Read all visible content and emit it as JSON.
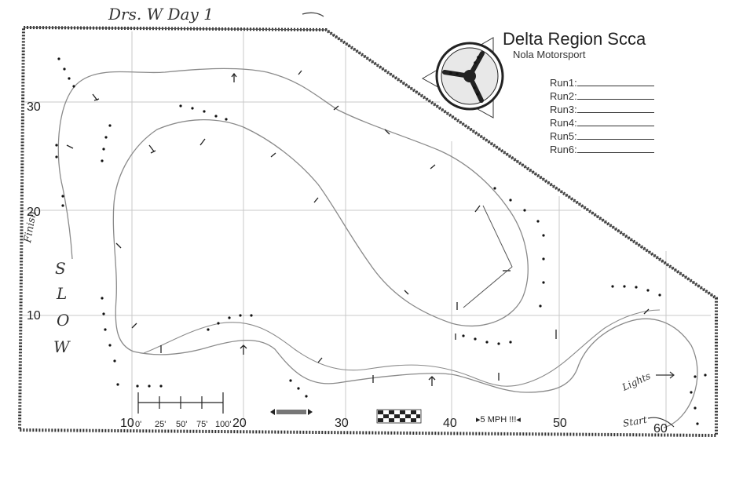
{
  "header": {
    "handwritten_title": "Drs. W   Day 1"
  },
  "event": {
    "region": "Delta Region Scca",
    "organizer": "Nola Motorsport"
  },
  "runs": [
    "Run1:",
    "Run2:",
    "Run3:",
    "Run4:",
    "Run5:",
    "Run6:"
  ],
  "grid": {
    "x_labels": [
      "10",
      "20",
      "30",
      "40",
      "50",
      "60"
    ],
    "y_labels": [
      "30",
      "20",
      "10"
    ]
  },
  "scale": {
    "labels": [
      "0'",
      "25'",
      "50'",
      "75'",
      "100'"
    ]
  },
  "signs": {
    "speed": "5 MPH !!!"
  },
  "annotations": {
    "left_vertical": "Finish",
    "slow": [
      "S",
      "L",
      "O",
      "W"
    ],
    "lights": "Lights",
    "start": "Start"
  },
  "colors": {
    "ink": "#222222",
    "grid": "#bdbdbd",
    "border": "#333333"
  }
}
